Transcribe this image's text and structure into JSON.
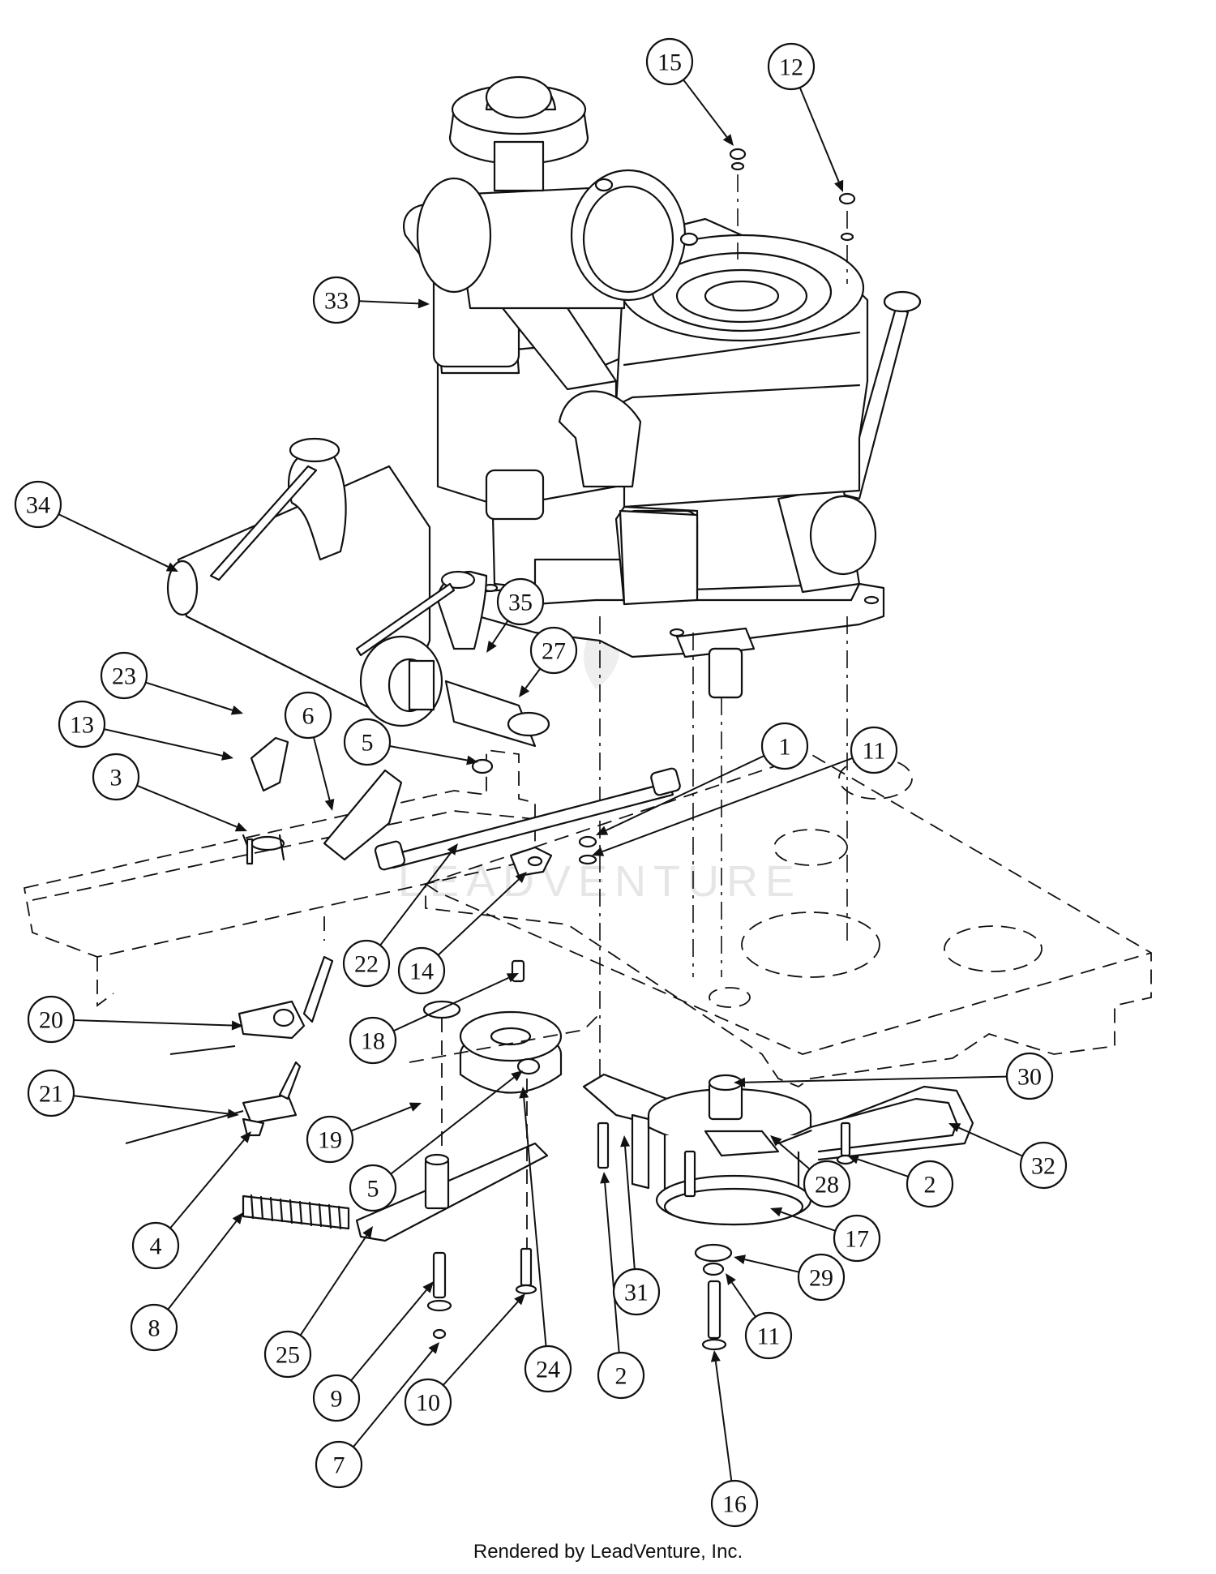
{
  "watermark": {
    "text": "LEADVENTURE"
  },
  "footer": {
    "credit": "Rendered by LeadVenture, Inc."
  },
  "callouts": [
    {
      "label": "15"
    },
    {
      "label": "12"
    },
    {
      "label": "33"
    },
    {
      "label": "34"
    },
    {
      "label": "35"
    },
    {
      "label": "27"
    },
    {
      "label": "23"
    },
    {
      "label": "13"
    },
    {
      "label": "6"
    },
    {
      "label": "5"
    },
    {
      "label": "3"
    },
    {
      "label": "1"
    },
    {
      "label": "11"
    },
    {
      "label": "22"
    },
    {
      "label": "14"
    },
    {
      "label": "20"
    },
    {
      "label": "18"
    },
    {
      "label": "21"
    },
    {
      "label": "30"
    },
    {
      "label": "19"
    },
    {
      "label": "5"
    },
    {
      "label": "28"
    },
    {
      "label": "2"
    },
    {
      "label": "32"
    },
    {
      "label": "4"
    },
    {
      "label": "17"
    },
    {
      "label": "8"
    },
    {
      "label": "29"
    },
    {
      "label": "31"
    },
    {
      "label": "25"
    },
    {
      "label": "11"
    },
    {
      "label": "24"
    },
    {
      "label": "9"
    },
    {
      "label": "2"
    },
    {
      "label": "10"
    },
    {
      "label": "7"
    },
    {
      "label": "16"
    }
  ]
}
